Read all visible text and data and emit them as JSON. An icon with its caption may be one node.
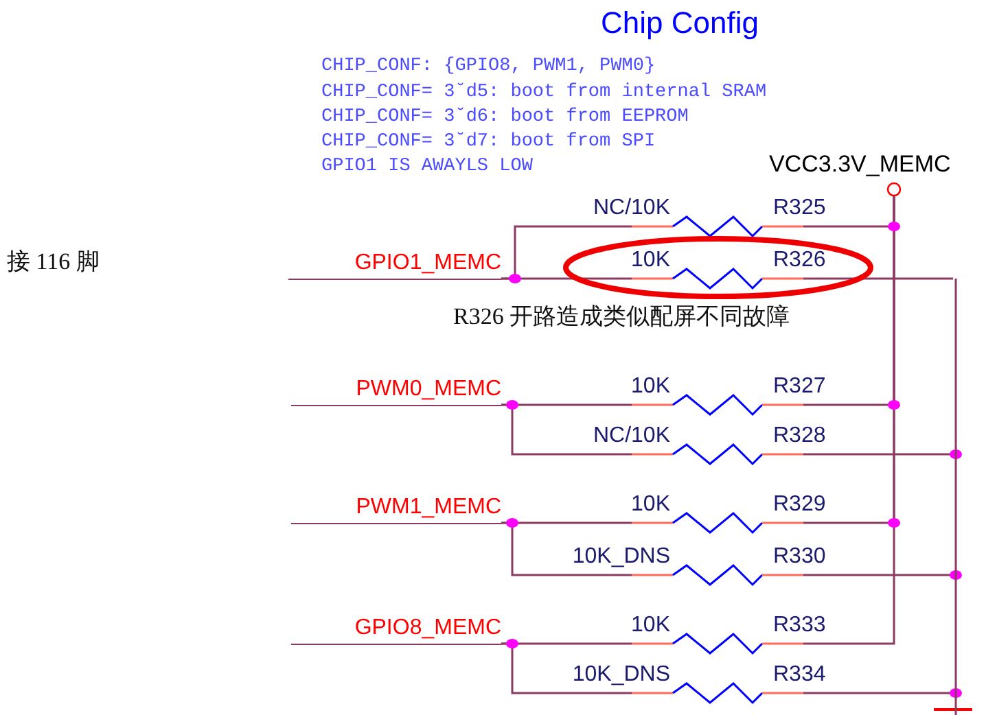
{
  "diagram": {
    "title": "Chip Config",
    "nodes": [
      {
        "text": [
          "VCC3.3V_MEMC"
        ]
      },
      {
        "text": [
          "GPIO1_MEMC"
        ]
      },
      {
        "text": [
          "NC/10K",
          "R325"
        ]
      },
      {
        "text": [
          "10K",
          "R326"
        ]
      },
      {
        "text": [
          "PWM0_MEMC"
        ]
      },
      {
        "text": [
          "10K",
          "R327"
        ]
      },
      {
        "text": [
          "NC/10K",
          "R328"
        ]
      },
      {
        "text": [
          "PWM1_MEMC"
        ]
      },
      {
        "text": [
          "10K",
          "R329"
        ]
      },
      {
        "text": [
          "10K_DNS",
          "R330"
        ]
      },
      {
        "text": [
          "GPIO8_MEMC"
        ]
      },
      {
        "text": [
          "10K",
          "R333"
        ]
      },
      {
        "text": [
          "10K_DNS",
          "R334"
        ]
      },
      {
        "text": [],
        "shape": "bar"
      }
    ],
    "edges": [
      {
        "from": 1,
        "to": 2,
        "arrow": "none"
      },
      {
        "from": 1,
        "to": 3,
        "arrow": "none"
      },
      {
        "from": 2,
        "to": 0,
        "arrow": "none"
      },
      {
        "from": 3,
        "to": 13,
        "arrow": "none"
      },
      {
        "from": 4,
        "to": 5,
        "arrow": "none"
      },
      {
        "from": 4,
        "to": 6,
        "arrow": "none"
      },
      {
        "from": 5,
        "to": 0,
        "arrow": "none"
      },
      {
        "from": 6,
        "to": 13,
        "arrow": "none"
      },
      {
        "from": 7,
        "to": 8,
        "arrow": "none"
      },
      {
        "from": 7,
        "to": 9,
        "arrow": "none"
      },
      {
        "from": 8,
        "to": 0,
        "arrow": "none"
      },
      {
        "from": 9,
        "to": 13,
        "arrow": "none"
      },
      {
        "from": 10,
        "to": 11,
        "arrow": "none"
      },
      {
        "from": 10,
        "to": 12,
        "arrow": "none"
      },
      {
        "from": 11,
        "to": 0,
        "arrow": "none"
      },
      {
        "from": 12,
        "to": 13,
        "arrow": "none"
      }
    ],
    "labels": [
      "CHIP_CONF: {GPIO8, PWM1, PWM0}",
      "CHIP_CONF= 3˘d5: boot from internal SRAM",
      "CHIP_CONF= 3˘d6: boot from EEPROM",
      "CHIP_CONF= 3˘d7: boot from SPI",
      "GPIO1 IS AWAYLS LOW",
      "接 116 脚",
      "R326 开路造成类似配屏不同故障"
    ]
  }
}
